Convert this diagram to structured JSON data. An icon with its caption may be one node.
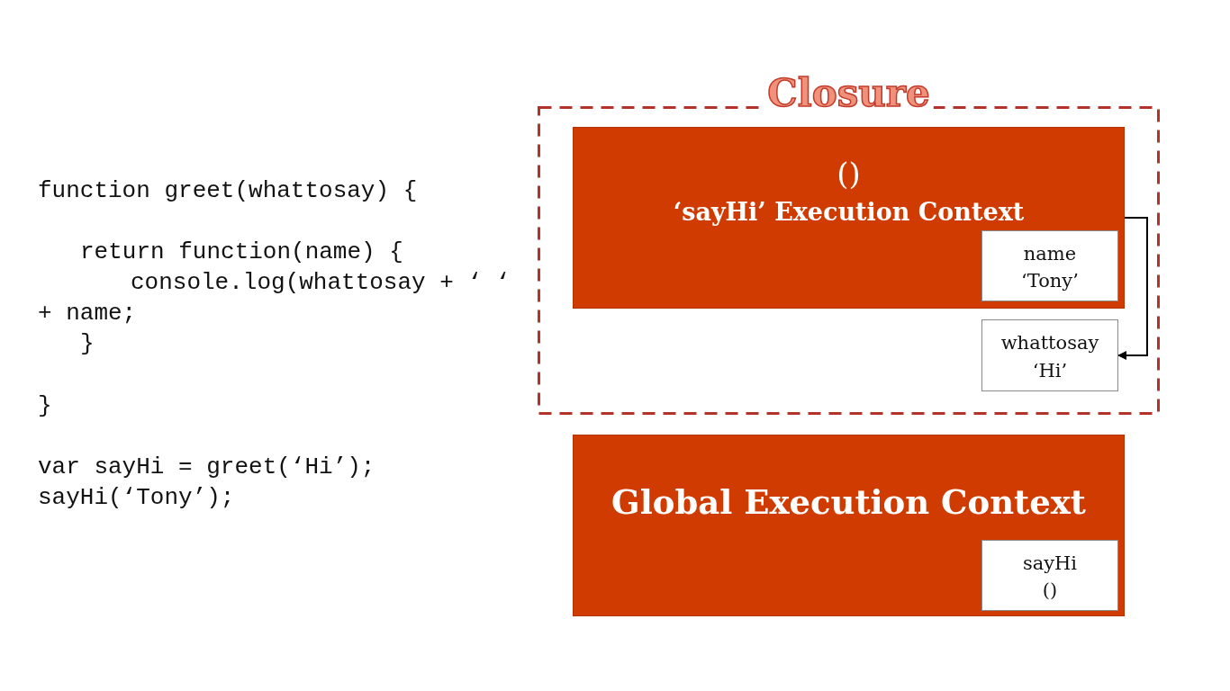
{
  "diagram": {
    "nodes": [
      {
        "text": [
          "Closure"
        ]
      },
      {
        "text": [
          "()",
          "‘sayHi’ Execution Context"
        ],
        "in": 0
      },
      {
        "text": [
          "name",
          "‘Tony’"
        ],
        "in": 1
      },
      {
        "text": [
          "whattosay",
          "‘Hi’"
        ],
        "in": 0
      },
      {
        "text": [
          "Global Execution Context"
        ]
      },
      {
        "text": [
          "sayHi",
          "()"
        ],
        "in": 4
      }
    ],
    "edges": [
      {
        "from": 1,
        "to": 3,
        "arrow": "to"
      }
    ],
    "labels": [
      "function greet(whattosay) {",
      "return function(name) {",
      "console.log(whattosay + ‘ ‘ + name;",
      "}",
      "}",
      "var sayHi = greet(‘Hi’);",
      "sayHi(‘Tony’);"
    ]
  }
}
